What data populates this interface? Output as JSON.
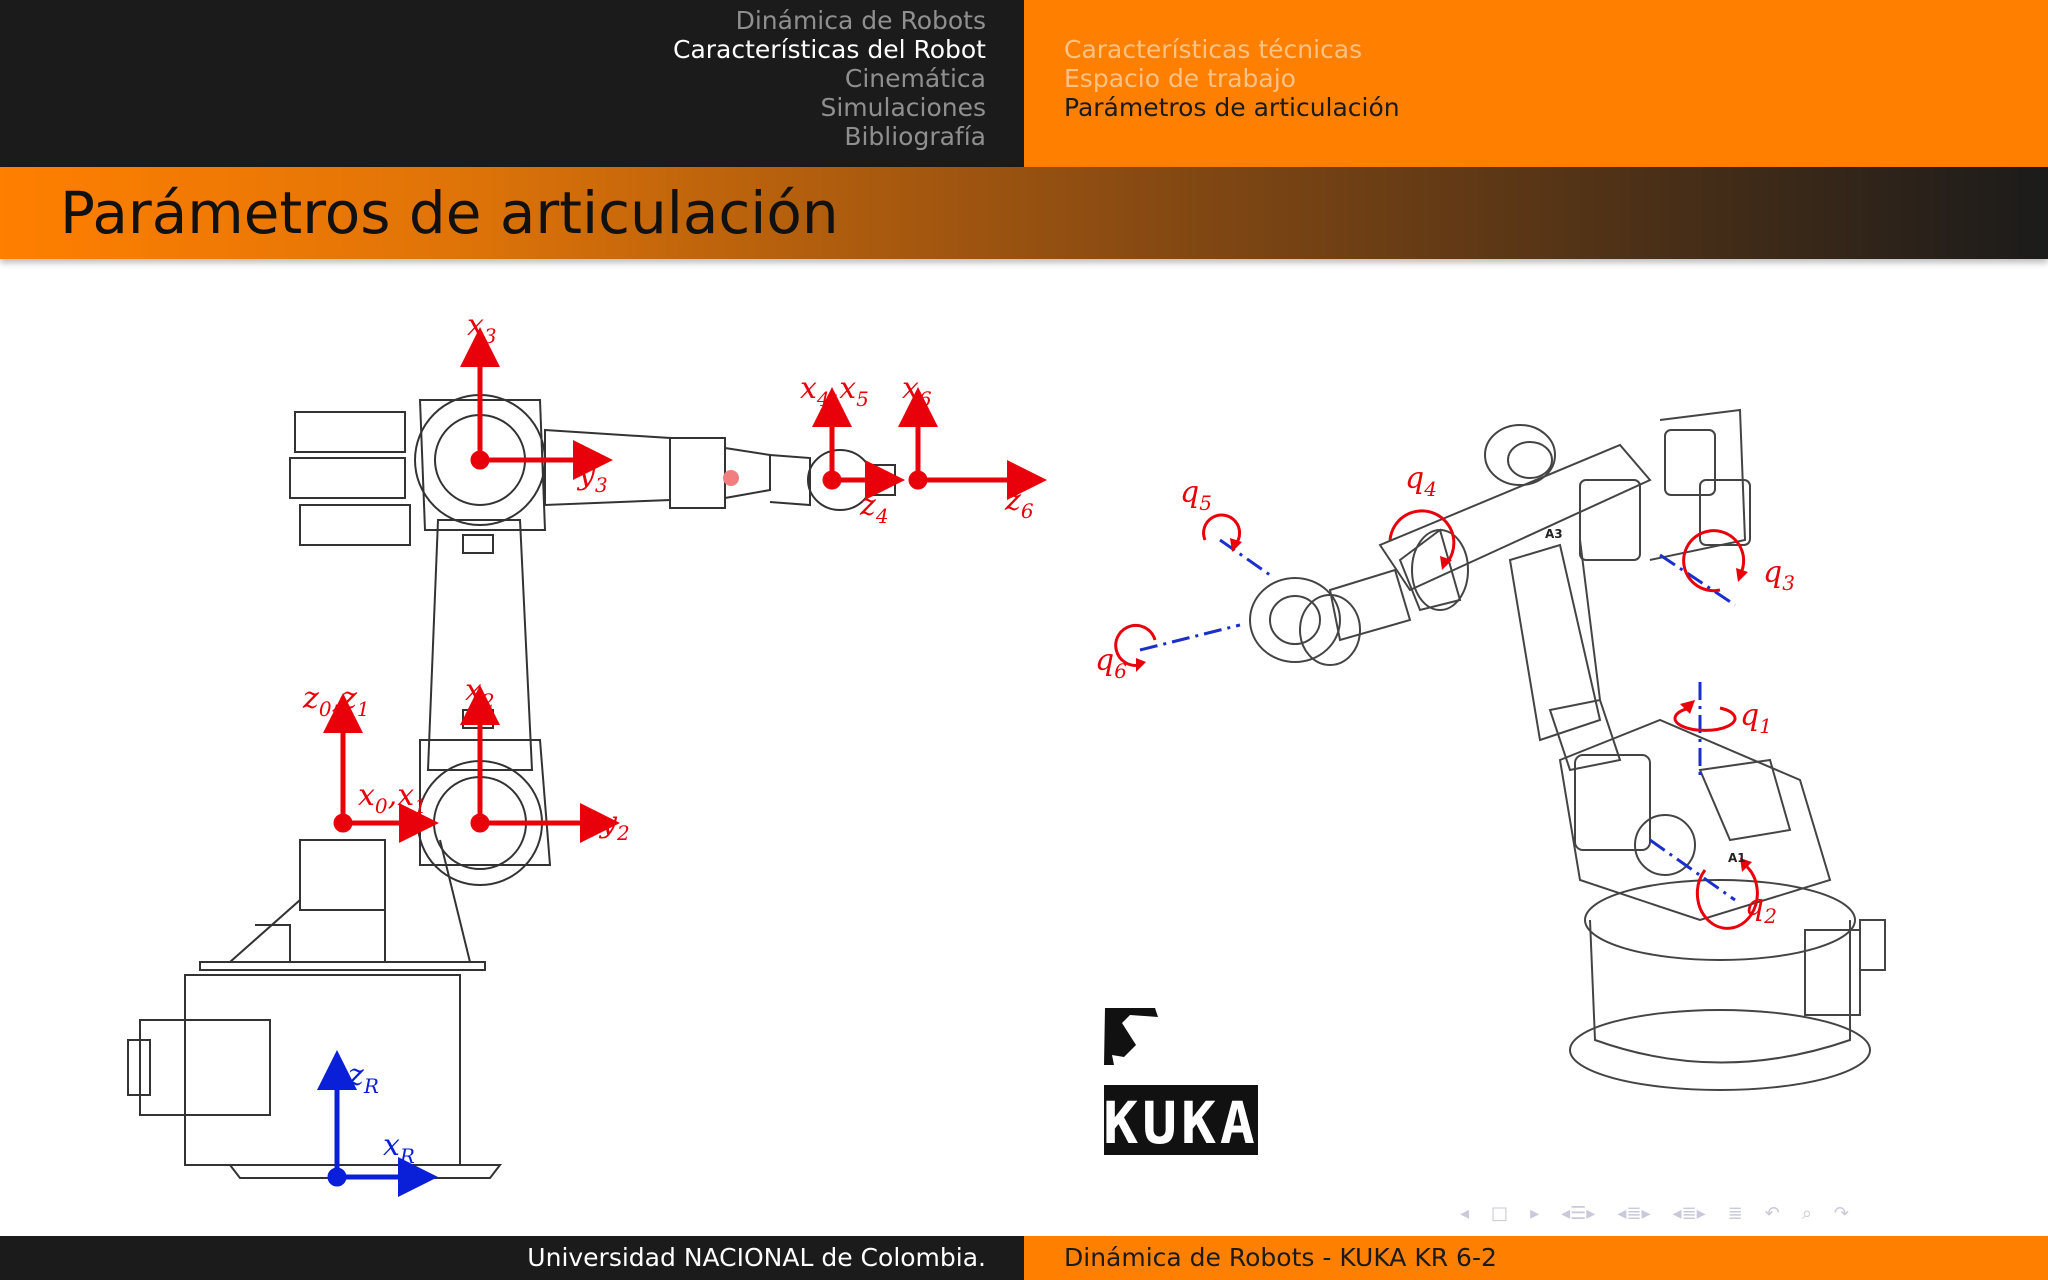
{
  "header": {
    "sections": [
      {
        "label": "Dinámica de Robots"
      },
      {
        "label": "Características del Robot"
      },
      {
        "label": "Cinemática"
      },
      {
        "label": "Simulaciones"
      },
      {
        "label": "Bibliografía"
      }
    ],
    "subsections": [
      {
        "label": "Características técnicas"
      },
      {
        "label": "Espacio de trabajo"
      },
      {
        "label": "Parámetros de articulación"
      }
    ]
  },
  "slide": {
    "title": "Parámetros de articulación"
  },
  "left_figure": {
    "frame_labels": {
      "x3": "x",
      "x3_sub": "3",
      "y3": "y",
      "y3_sub": "3",
      "x45": "x",
      "x45_sub4": "4",
      "x45_mid": ",x",
      "x45_sub5": "5",
      "z4": "z",
      "z4_sub": "4",
      "x6": "x",
      "x6_sub": "6",
      "z6": "z",
      "z6_sub": "6",
      "z01": "z",
      "z01_sub0": "0",
      "z01_mid": ",z",
      "z01_sub1": "1",
      "x01": "x",
      "x01_sub0": "0",
      "x01_mid": ",x",
      "x01_sub1": "1",
      "x2": "x",
      "x2_sub": "2",
      "y2": "y",
      "y2_sub": "2",
      "zR": "z",
      "zR_sub": "R",
      "xR": "x",
      "xR_sub": "R"
    }
  },
  "right_figure": {
    "joint_labels": {
      "q1": "q",
      "q1_sub": "1",
      "q2": "q",
      "q2_sub": "2",
      "q3": "q",
      "q3_sub": "3",
      "q4": "q",
      "q4_sub": "4",
      "q5": "q",
      "q5_sub": "5",
      "q6": "q",
      "q6_sub": "6"
    },
    "axis_markings": {
      "a1": "A1",
      "a3": "A3"
    }
  },
  "logo": {
    "text": "KUKA"
  },
  "footer": {
    "left": "Universidad NACIONAL de Colombia.",
    "right": "Dinámica de Robots - KUKA KR 6-2"
  },
  "colors": {
    "accent": "#ff7f00",
    "dark": "#1b1b1b",
    "frame_red": "#e8000b",
    "frame_blue": "#0a1fd8",
    "axis_blue": "#1a2fcc"
  },
  "nav_icons": [
    "prev-icon",
    "frame-icon",
    "next-icon",
    "section-prev-icon",
    "subsection-icon",
    "section-next-icon",
    "toc-icon",
    "back-icon",
    "search-icon",
    "forward-icon"
  ]
}
